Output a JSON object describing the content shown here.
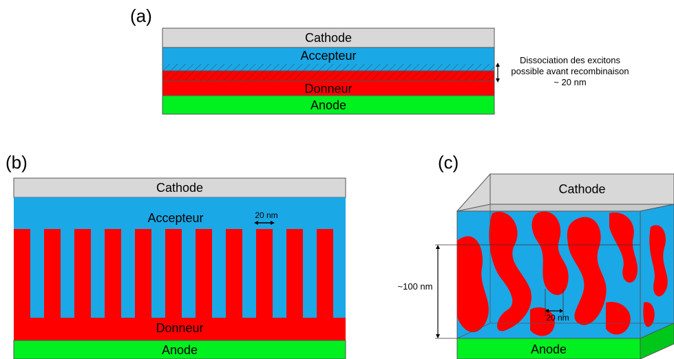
{
  "colors": {
    "cathode": "#d8d8d8",
    "acceptor": "#1ba8e6",
    "donor": "#ff0000",
    "anode": "#00f020",
    "outline": "#555555"
  },
  "panel_a": {
    "letter": "(a)",
    "cathode": "Cathode",
    "acceptor": "Accepteur",
    "donor": "Donneur",
    "anode": "Anode",
    "note_line1": "Dissociation des excitons",
    "note_line2": "possible avant recombinaison",
    "note_line3": "~ 20 nm"
  },
  "panel_b": {
    "letter": "(b)",
    "cathode": "Cathode",
    "acceptor": "Accepteur",
    "donor": "Donneur",
    "anode": "Anode",
    "spacing_label": "20 nm"
  },
  "panel_c": {
    "letter": "(c)",
    "cathode": "Cathode",
    "anode": "Anode",
    "thickness_label": "~100 nm",
    "domain_label": "20 nm"
  }
}
